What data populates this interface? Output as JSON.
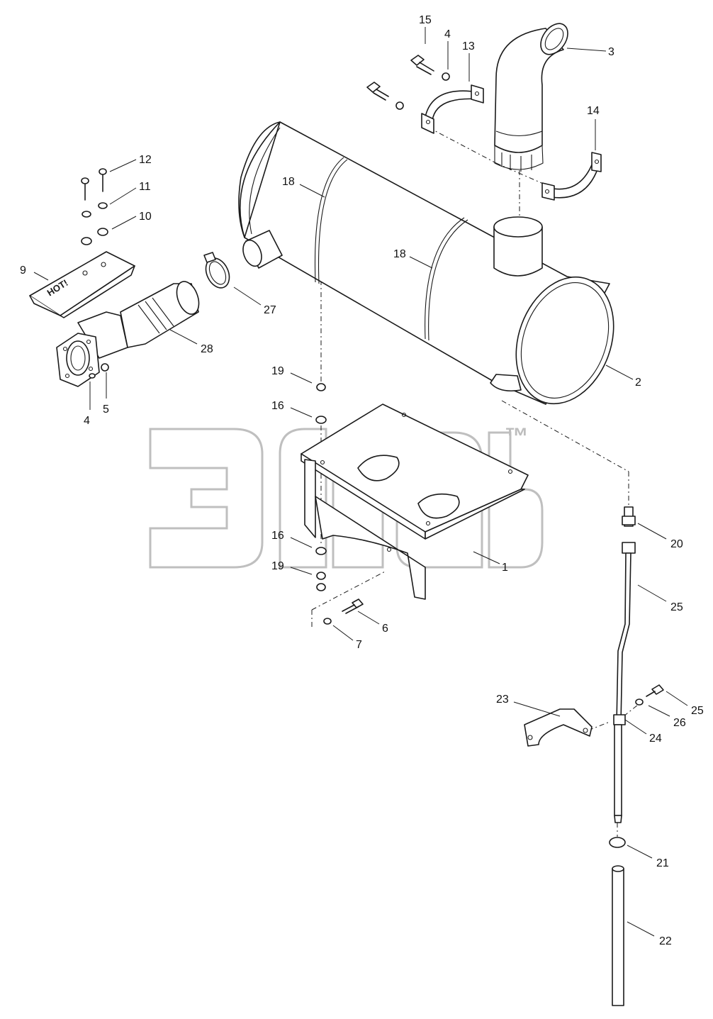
{
  "diagram": {
    "callouts": {
      "c1": "1",
      "c2": "2",
      "c3": "3",
      "c4a": "4",
      "c4b": "4",
      "c5": "5",
      "c6": "6",
      "c7": "7",
      "c9": "9",
      "c10": "10",
      "c11": "11",
      "c12": "12",
      "c13": "13",
      "c14": "14",
      "c15": "15",
      "c16a": "16",
      "c16b": "16",
      "c18a": "18",
      "c18b": "18",
      "c19a": "19",
      "c19b": "19",
      "c20": "20",
      "c21": "21",
      "c22": "22",
      "c23": "23",
      "c24": "24",
      "c25a": "25",
      "c25b": "25",
      "c26": "26",
      "c27": "27",
      "c28": "28"
    },
    "heat_shield_stamp": "HOT!",
    "watermark": {
      "trademark": "™"
    }
  }
}
